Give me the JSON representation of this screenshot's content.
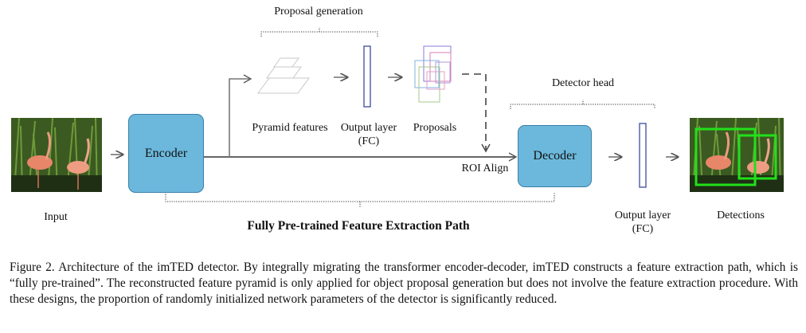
{
  "figure": {
    "proposal_generation_label": "Proposal generation",
    "detector_head_label": "Detector head",
    "pyramid_features_label": "Pyramid features",
    "output_layer_top_label": "Output layer",
    "output_layer_top_sub": "(FC)",
    "proposals_label": "Proposals",
    "encoder_label": "Encoder",
    "decoder_label": "Decoder",
    "roi_align_label": "ROI Align",
    "input_label": "Input",
    "output_layer_right_label": "Output layer",
    "output_layer_right_sub": "(FC)",
    "detections_label": "Detections",
    "path_label": "Fully Pre-trained Feature Extraction Path",
    "colors": {
      "encoder_fill": "#6cb8dc",
      "detection_box": "#22e01a",
      "proposal_colors": [
        "#8a7ad6",
        "#d77fb6",
        "#7fb0e6",
        "#a7c98a"
      ]
    }
  },
  "caption": {
    "label": "Figure 2.",
    "text": "Architecture of the imTED detector. By integrally migrating the transformer encoder-decoder, imTED constructs a feature extraction path, which is “fully pre-trained”. The reconstructed feature pyramid is only applied for object proposal generation but does not involve the feature extraction procedure. With these designs, the proportion of randomly initialized network parameters of the detector is significantly reduced."
  }
}
